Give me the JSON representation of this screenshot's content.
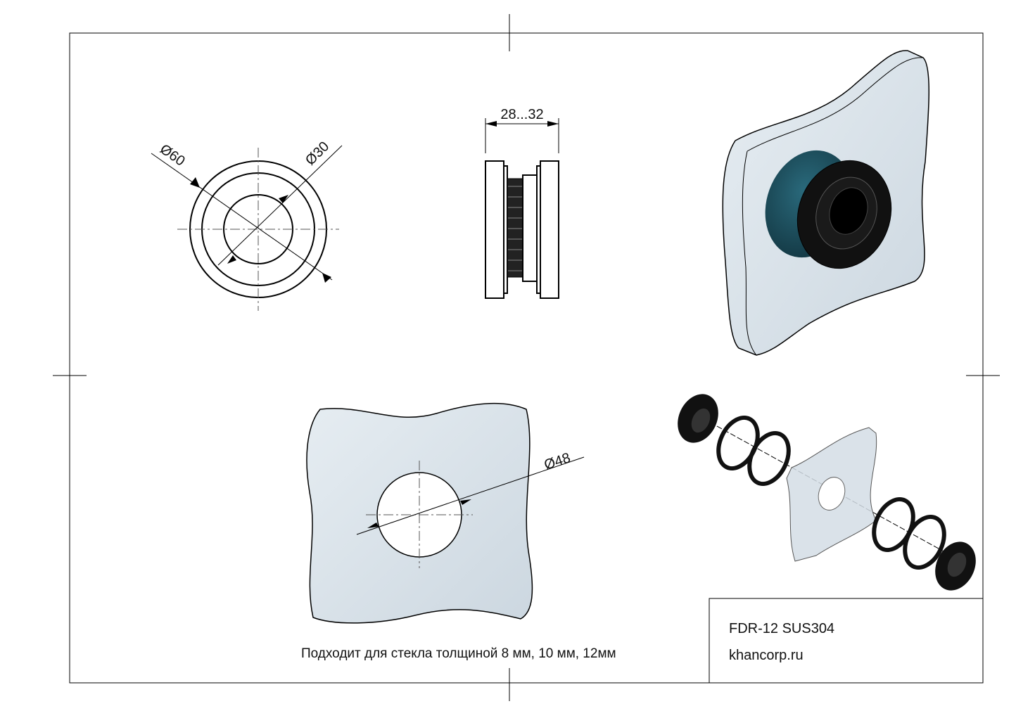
{
  "drawing": {
    "dimensions": {
      "outer_diameter": "Ø60",
      "inner_diameter": "Ø30",
      "thickness_range": "28...32",
      "hole_diameter": "Ø48"
    },
    "note": "Подходит для стекла толщиной 8 мм, 10 мм, 12мм",
    "title_block": {
      "model": "FDR-12 SUS304",
      "website": "khancorp.ru"
    },
    "colors": {
      "glass": "#d9e2ea",
      "gasket": "#1f4d5c",
      "rubber": "#111111"
    }
  }
}
